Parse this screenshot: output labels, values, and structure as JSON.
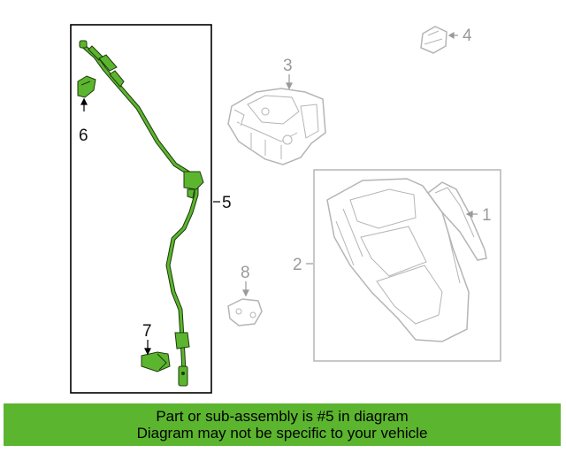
{
  "diagram": {
    "callouts": [
      "1",
      "2",
      "3",
      "4",
      "5",
      "6",
      "7",
      "8"
    ],
    "highlighted_part": "5",
    "highlight_color": "#5cb52e",
    "ghost_color": "#b5b5b5"
  },
  "banner": {
    "line1": "Part or sub-assembly is #5 in diagram",
    "line2": "Diagram may not be specific to your vehicle",
    "background": "#5cb52e"
  }
}
